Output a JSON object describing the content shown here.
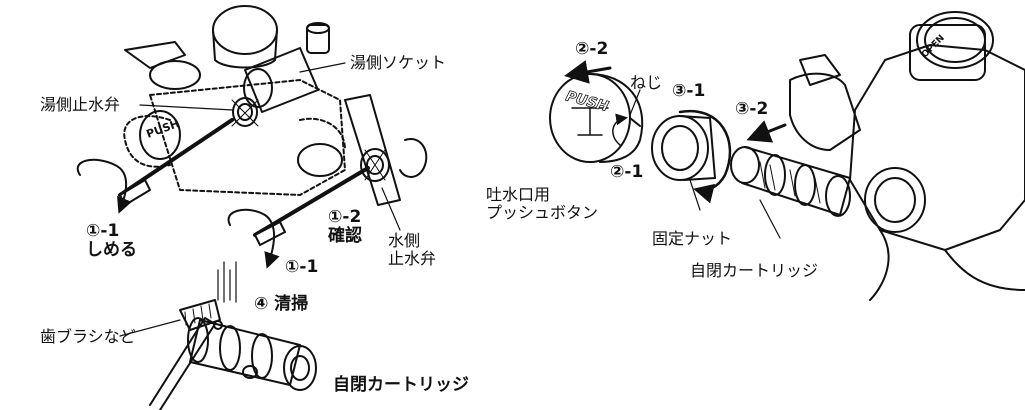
{
  "left_diagram": {
    "hot_socket_label": "湯側ソケット",
    "hot_valve_label": "湯側止水弁",
    "step_1_1_upper": {
      "num": "①-1",
      "text": "しめる"
    },
    "step_1_2": {
      "num": "①-2",
      "text": "確認"
    },
    "step_1_1_lower": {
      "num": "①-1"
    },
    "water_valve_label": [
      "水側",
      "止水弁"
    ],
    "step_4": "④ 清掃",
    "toothbrush_label": "歯ブラシなど",
    "cartridge_label": "自閉カートリッジ",
    "embossed_push": "PUSH"
  },
  "right_diagram": {
    "step_2_2": "②-2",
    "screw_label": "ねじ",
    "step_3_1": "③-1",
    "step_3_2": "③-2",
    "step_2_1": "②-1",
    "push_button_label": [
      "吐水口用",
      "プッシュボタン"
    ],
    "push_text": "PUSH",
    "fixing_nut_label": "固定ナット",
    "cartridge_label": "自閉カートリッジ",
    "open_text": "OPEN"
  }
}
